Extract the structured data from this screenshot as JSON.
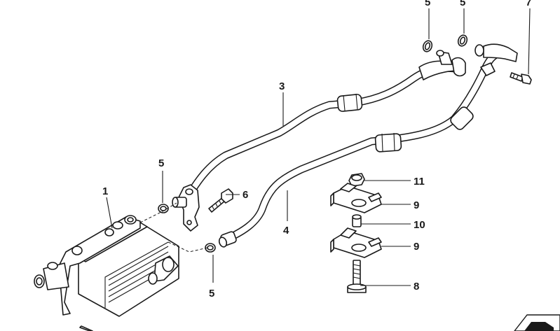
{
  "diagram": {
    "callouts": [
      {
        "label": "1",
        "part": "oil-cooler"
      },
      {
        "label": "3",
        "part": "oil-line-upper"
      },
      {
        "label": "4",
        "part": "oil-line-lower"
      },
      {
        "label": "5",
        "part": "seal-ring-left"
      },
      {
        "label": "5",
        "part": "seal-ring-lower"
      },
      {
        "label": "5",
        "part": "seal-ring-top-left"
      },
      {
        "label": "5",
        "part": "seal-ring-top-right"
      },
      {
        "label": "6",
        "part": "bolt-flange"
      },
      {
        "label": "7",
        "part": "bolt-top"
      },
      {
        "label": "8",
        "part": "bolt-bracket"
      },
      {
        "label": "9",
        "part": "bracket-upper"
      },
      {
        "label": "9",
        "part": "bracket-lower"
      },
      {
        "label": "10",
        "part": "spacer"
      },
      {
        "label": "11",
        "part": "nut"
      }
    ]
  }
}
